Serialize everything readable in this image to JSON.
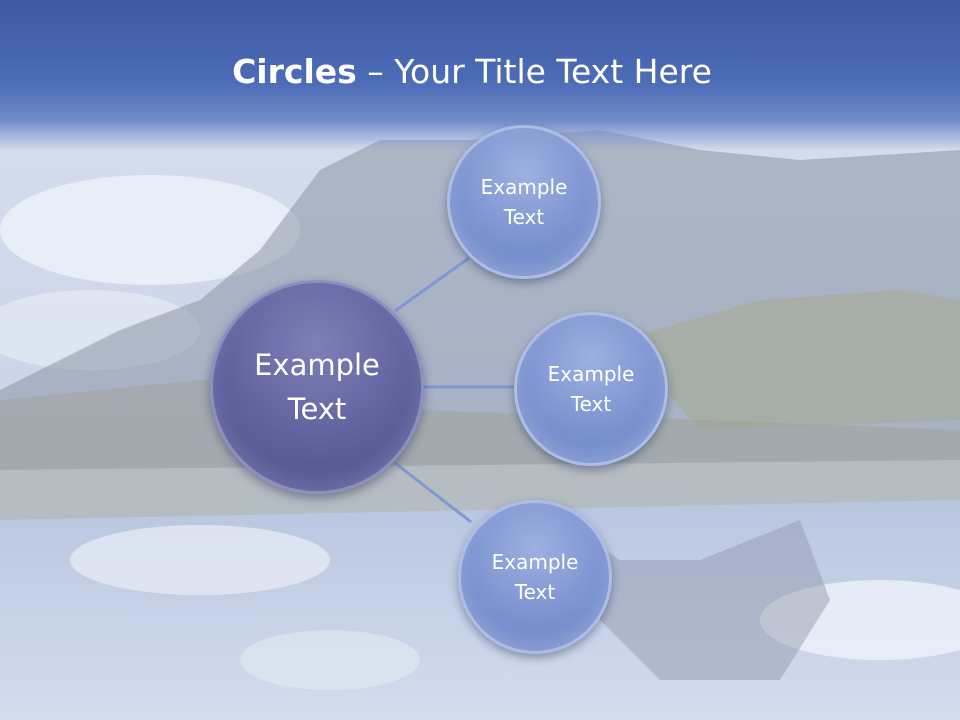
{
  "slide": {
    "title_bold": "Circles",
    "title_rest": " – Your Title Text Here",
    "hub_label_line1": "Example",
    "hub_label_line2": "Text",
    "nodes": [
      {
        "line1": "Example",
        "line2": "Text"
      },
      {
        "line1": "Example",
        "line2": "Text"
      },
      {
        "line1": "Example",
        "line2": "Text"
      }
    ]
  },
  "colors": {
    "title_band": "#4d6cb7",
    "hub_fill": "#5f619e",
    "node_fill": "#7b93d0",
    "connector": "#7f97d3"
  }
}
